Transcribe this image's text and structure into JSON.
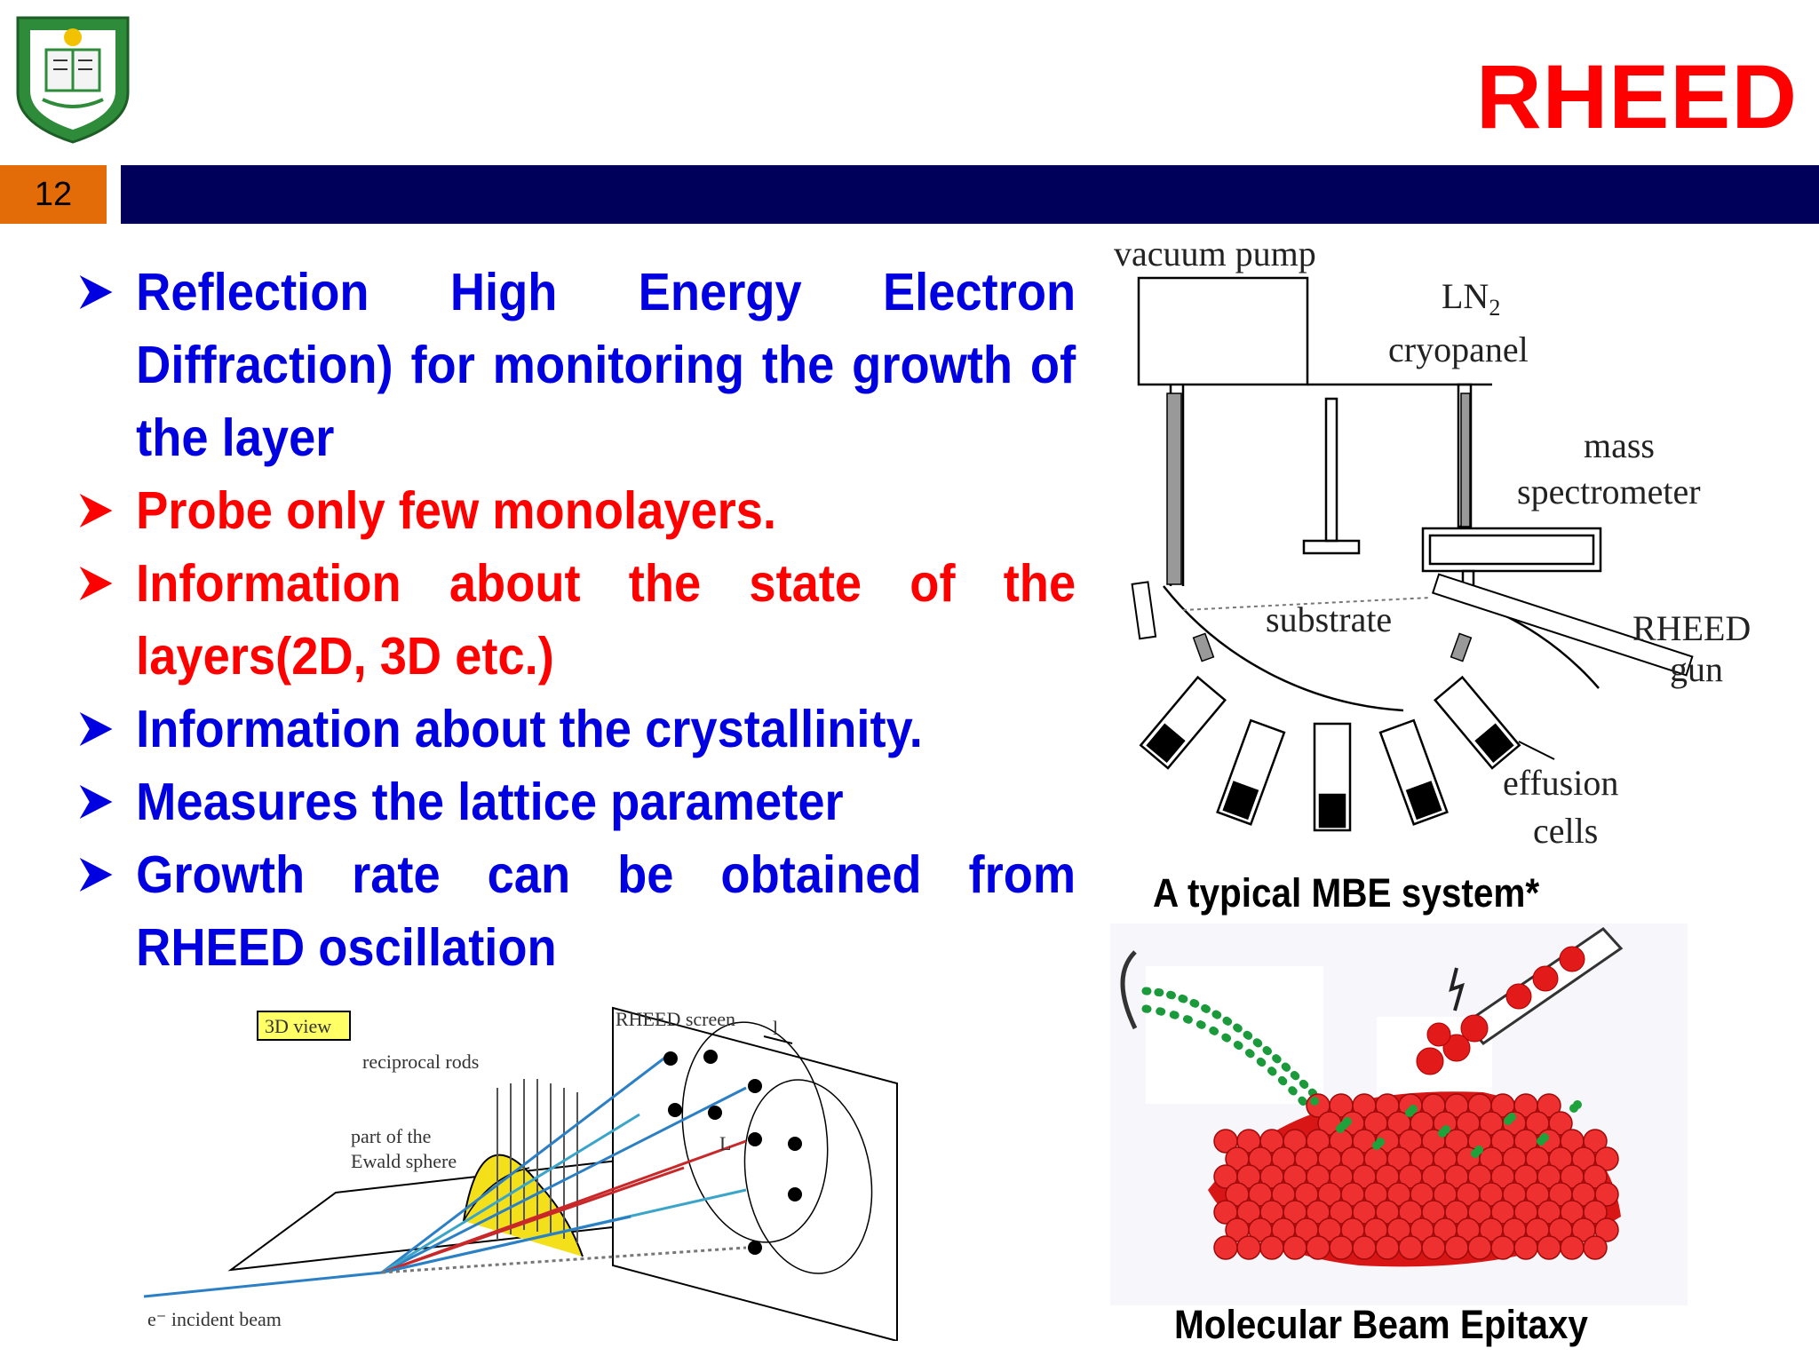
{
  "slide": {
    "title": "RHEED",
    "number": "12"
  },
  "logo": {
    "icon": "university-crest-icon",
    "color": "#2e8b3a"
  },
  "colors": {
    "accent_orange": "#e36c09",
    "bar_navy": "#00005a",
    "bullet_blue": "#0000e0",
    "bullet_red": "#ff0000"
  },
  "bullets": [
    {
      "text": "Reflection High Energy Electron Diffraction) for monitoring the growth of the layer",
      "color": "blue"
    },
    {
      "text": "Probe only few monolayers.",
      "color": "red"
    },
    {
      "text": "Information about the state of the layers(2D, 3D etc.)",
      "color": "red"
    },
    {
      "text": "Information about the crystallinity.",
      "color": "blue"
    },
    {
      "text": "Measures the lattice parameter",
      "color": "blue"
    },
    {
      "text": "Growth rate can be obtained from RHEED oscillation",
      "color": "blue"
    }
  ],
  "mbe_figure": {
    "labels": {
      "vacuum_pump": "vacuum pump",
      "ln2_main": "LN",
      "ln2_sub": "2",
      "cryopanel": "cryopanel",
      "mass": "mass",
      "spectrometer": "spectrometer",
      "substrate": "substrate",
      "rheed": "RHEED",
      "gun": "gun",
      "effusion": "effusion",
      "cells": "cells"
    },
    "caption": "A typical MBE system*"
  },
  "rheed_figure": {
    "labels": {
      "view": "3D view",
      "screen": "RHEED screen",
      "rods": "reciprocal rods",
      "part": "part of the",
      "ewald": "Ewald sphere",
      "beam": "e⁻ incident beam",
      "l": "l",
      "lt": "L"
    }
  },
  "epitaxy_figure": {
    "caption": "Molecular Beam Epitaxy"
  }
}
